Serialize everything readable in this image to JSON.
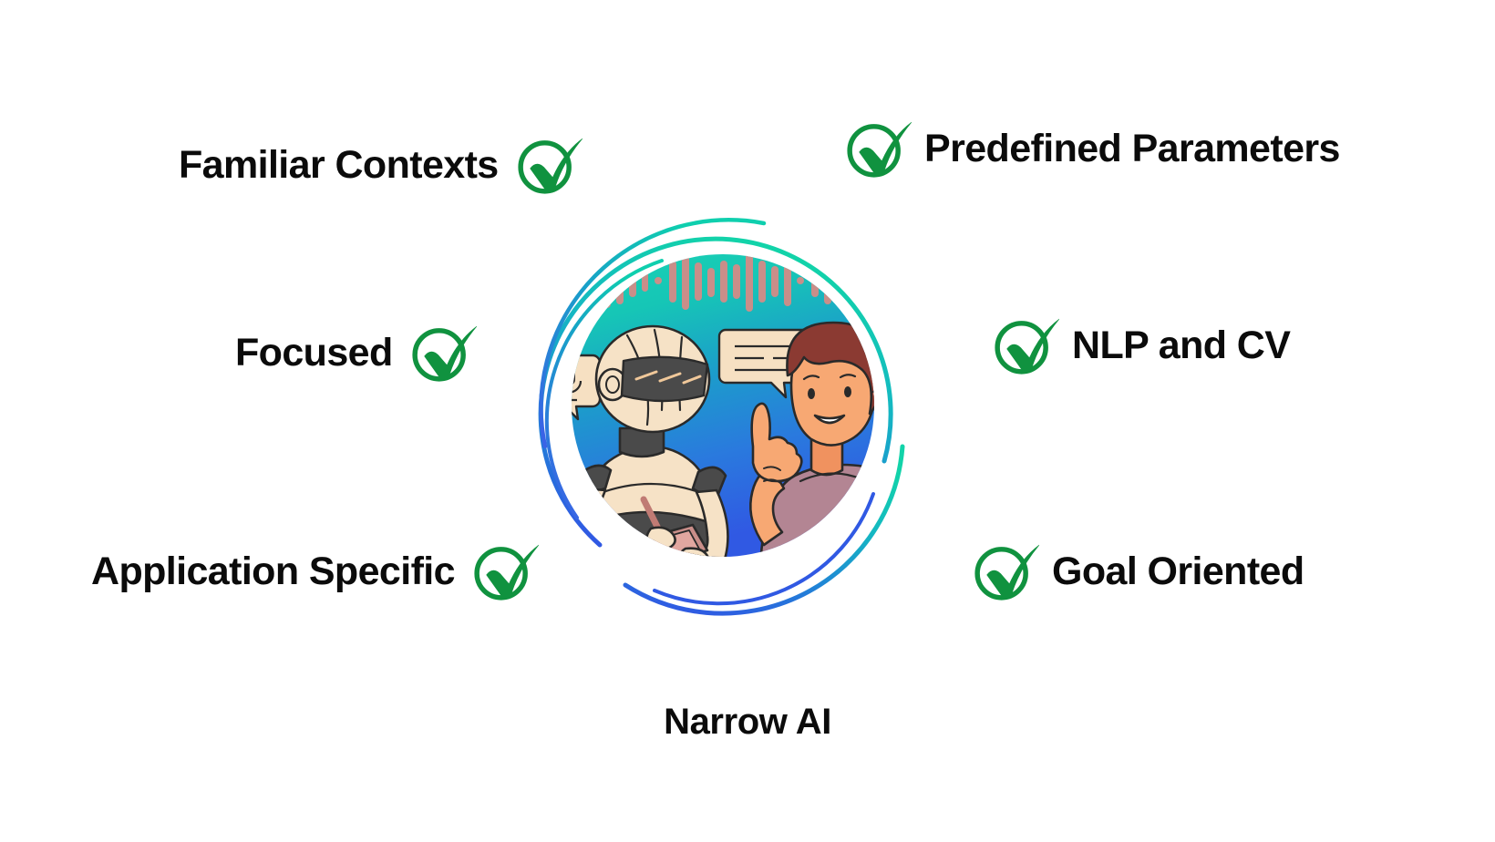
{
  "diagram": {
    "title": "Narrow AI",
    "center_illustration": {
      "icon_name": "ai-human-conversation-illustration",
      "alt": "Robot with VR visor taking notes on a clipboard while a man gestures and speaks",
      "elements": {
        "waveform_icon": "sound-waveform-icon",
        "microphone_bubble_icon": "microphone-speech-bubble-icon",
        "chat_bubble_icon": "chat-message-bubble-icon",
        "robot_icon": "robot-character-icon",
        "human_icon": "human-character-icon"
      }
    },
    "features": [
      {
        "id": "familiar-contexts",
        "label": "Familiar Contexts",
        "side": "left",
        "icon": "check-circle-icon"
      },
      {
        "id": "focused",
        "label": "Focused",
        "side": "left",
        "icon": "check-circle-icon"
      },
      {
        "id": "application-specific",
        "label": "Application Specific",
        "side": "left",
        "icon": "check-circle-icon"
      },
      {
        "id": "predefined-parameters",
        "label": "Predefined Parameters",
        "side": "right",
        "icon": "check-circle-icon"
      },
      {
        "id": "nlp-and-cv",
        "label": "NLP and CV",
        "side": "right",
        "icon": "check-circle-icon"
      },
      {
        "id": "goal-oriented",
        "label": "Goal Oriented",
        "side": "right",
        "icon": "check-circle-icon"
      }
    ],
    "colors": {
      "background": "#ffffff",
      "check_green": "#10923f",
      "text_black": "#0b0b0b",
      "circle_gradient_top": "#17C9B4",
      "circle_gradient_mid": "#1C9CCB",
      "circle_gradient_bottom": "#2F63E0",
      "ring_teal": "#15C2AE",
      "ring_blue": "#2F63E0",
      "waveform_rose": "#C98E89",
      "robot_body_cream": "#F6E2C6",
      "robot_dark_gray": "#4A4A4A",
      "human_skin": "#F7A873",
      "human_hair": "#8B3A32",
      "human_shirt": "#B38593",
      "bubble_cream": "#F6E0C2"
    }
  }
}
